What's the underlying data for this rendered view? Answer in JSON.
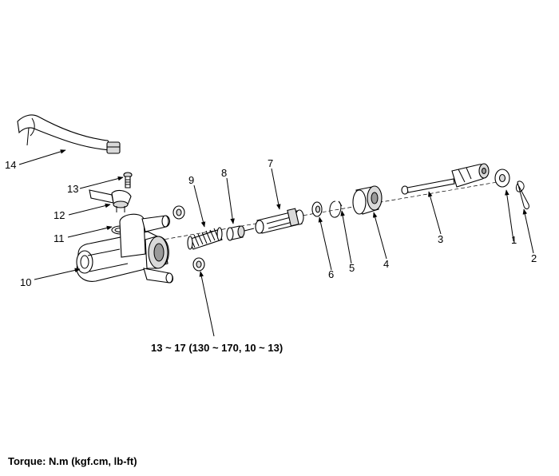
{
  "labels": {
    "p1": "1",
    "p2": "2",
    "p3": "3",
    "p4": "4",
    "p5": "5",
    "p6": "6",
    "p7": "7",
    "p8": "8",
    "p9": "9",
    "p10": "10",
    "p11": "11",
    "p12": "12",
    "p13": "13",
    "p14": "14"
  },
  "torque_spec": "13 ~ 17 (130 ~ 170, 10 ~ 13)",
  "torque_units": "Torque: N.m (kgf.cm, lb-ft)"
}
